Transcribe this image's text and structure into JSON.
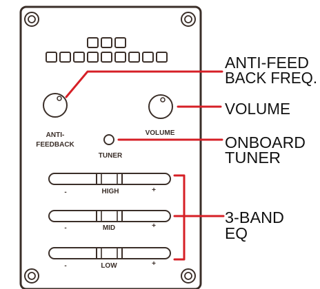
{
  "panel": {
    "knobs": {
      "anti_feedback_label": [
        "ANTI-",
        "FEEDBACK"
      ],
      "volume_label": "VOLUME",
      "tuner_label": "TUNER"
    },
    "sliders": [
      {
        "band": "HIGH",
        "minus": "-",
        "plus": "+"
      },
      {
        "band": "MID",
        "minus": "-",
        "plus": "+"
      },
      {
        "band": "LOW",
        "minus": "-",
        "plus": "+"
      }
    ]
  },
  "callouts": {
    "anti_feedback_freq": [
      "ANTI-FEED",
      "BACK FREQ."
    ],
    "volume": [
      "VOLUME"
    ],
    "onboard_tuner": [
      "ONBOARD",
      "TUNER"
    ],
    "eq": [
      "3-BAND",
      "EQ"
    ]
  },
  "colors": {
    "panel_outline": "#3a2e28",
    "callout_line": "#d61f26",
    "text": "#111111"
  }
}
